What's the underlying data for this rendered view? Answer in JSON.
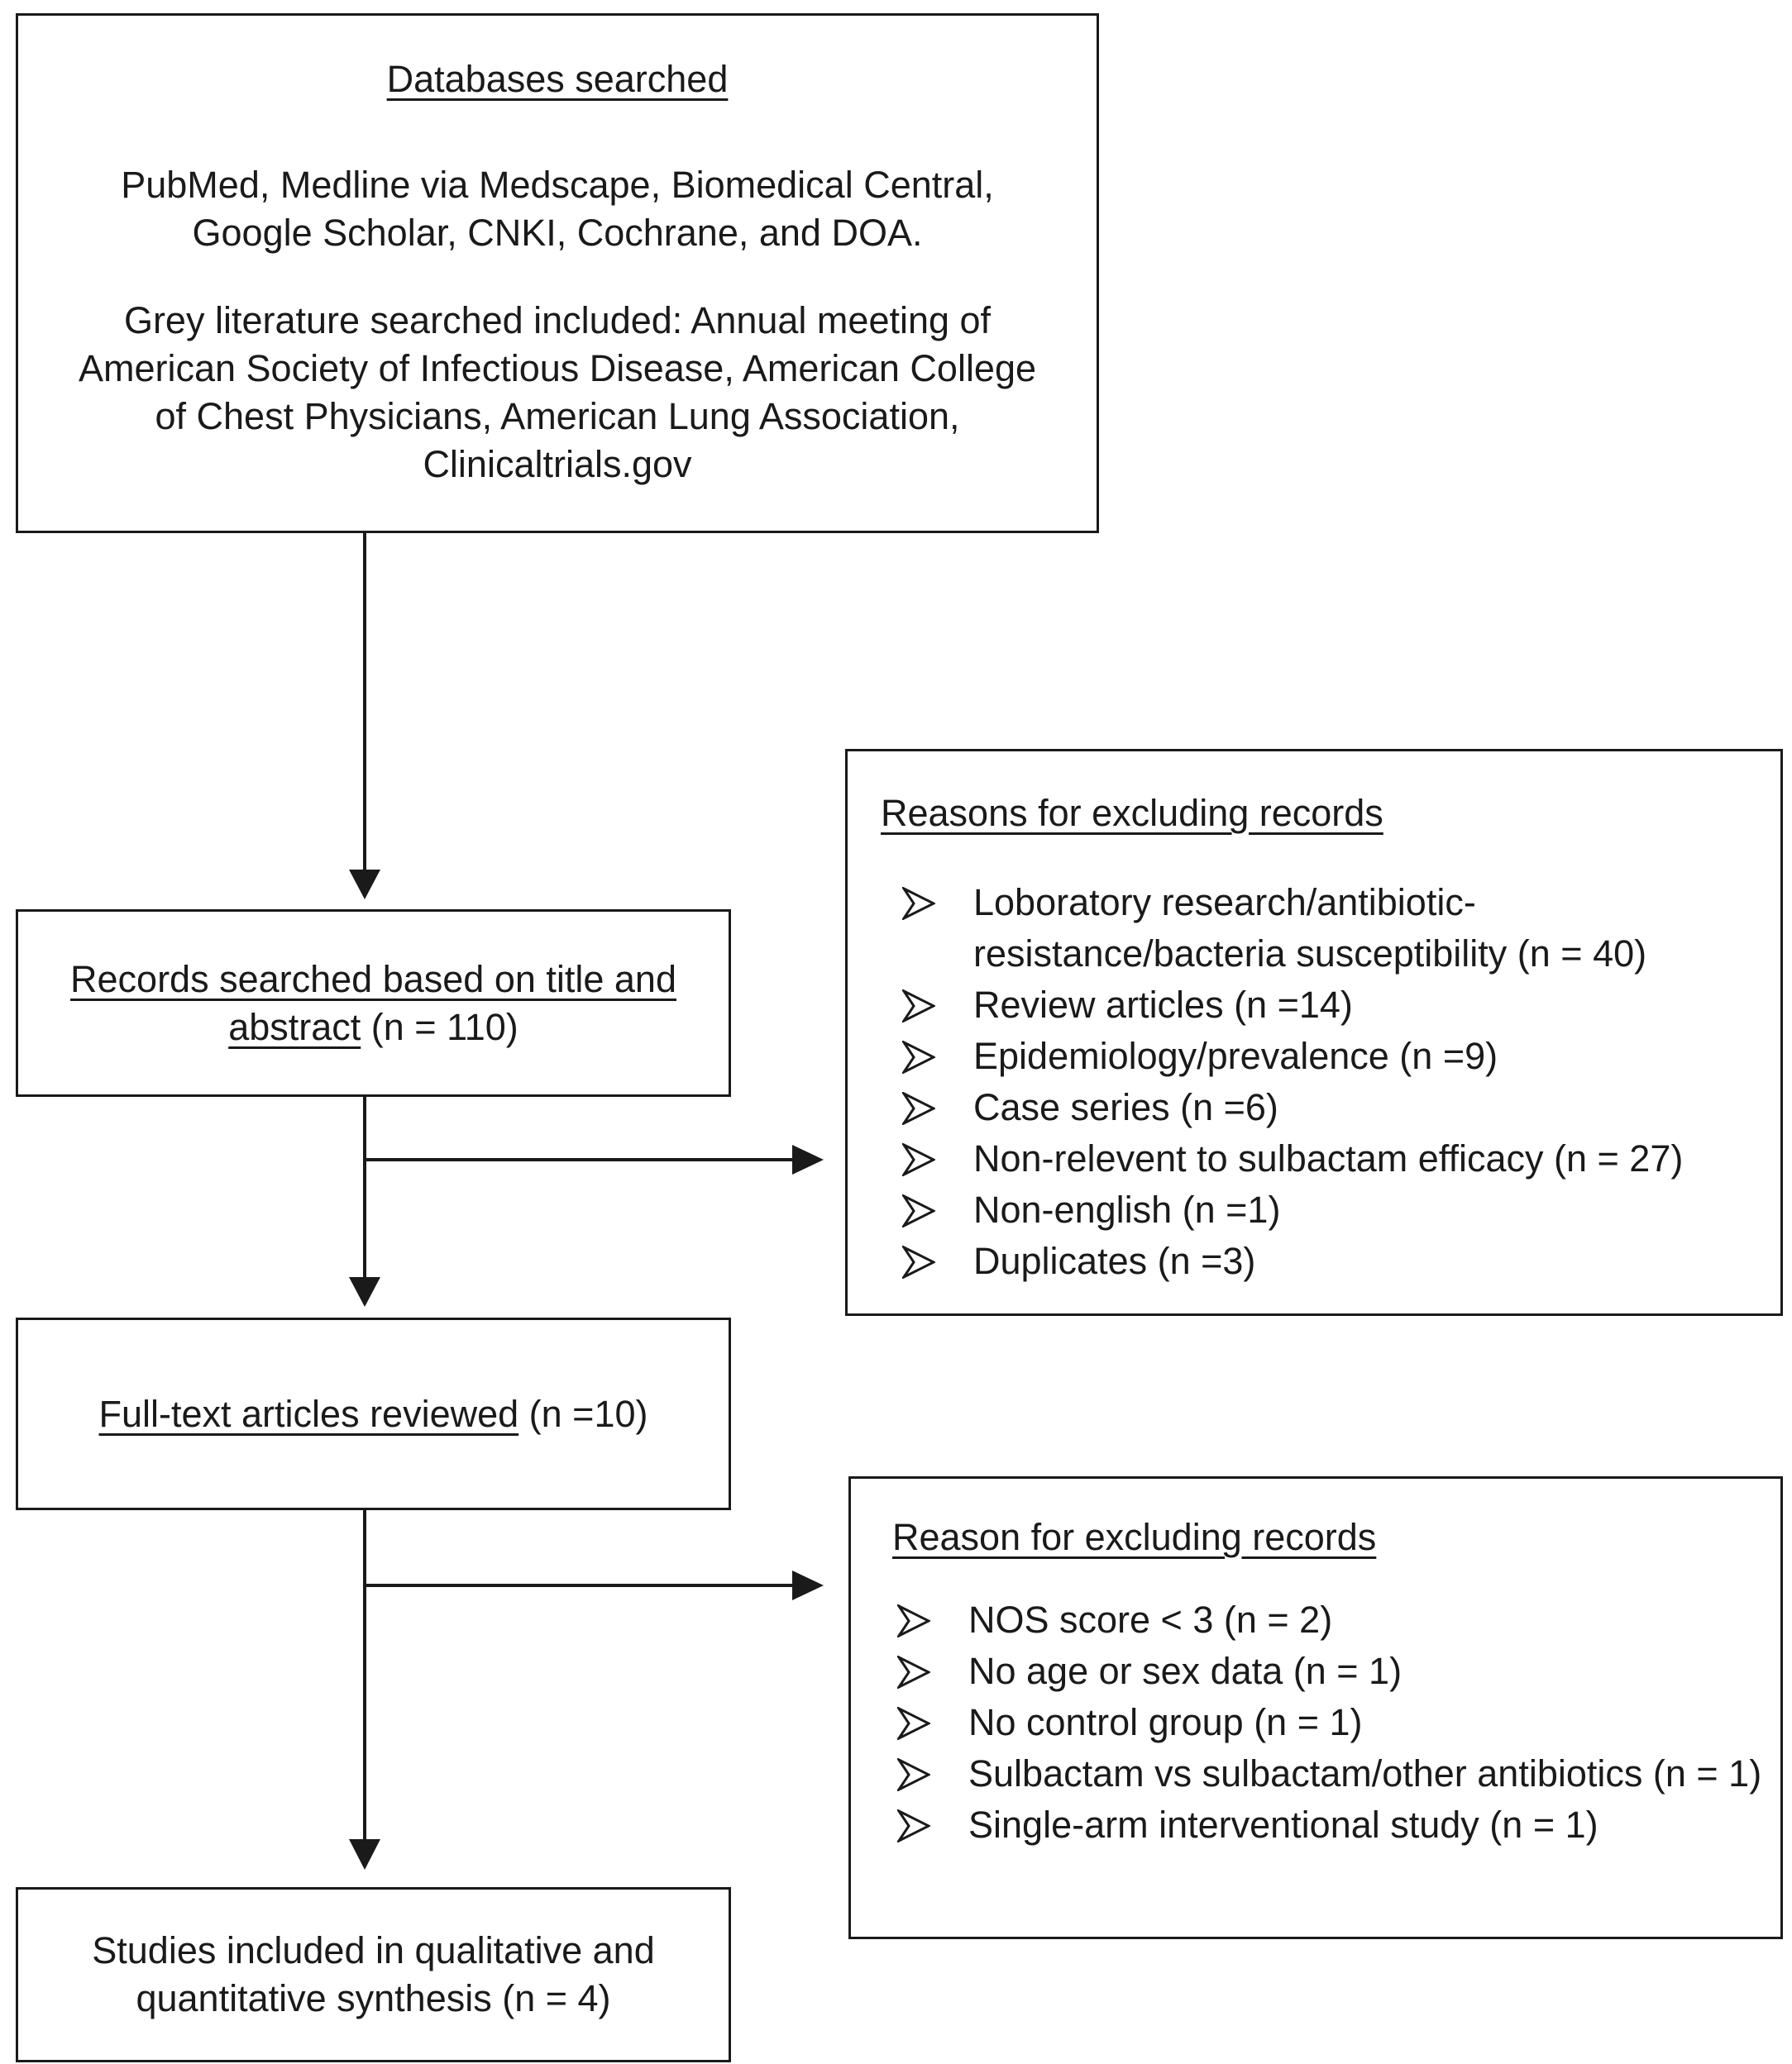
{
  "databases": {
    "title": "Databases searched",
    "para1": "PubMed, Medline via Medscape, Biomedical Central, Google Scholar, CNKI, Cochrane, and DOA.",
    "para2": "Grey literature searched included: Annual meeting of American Society of Infectious Disease, American College of Chest Physicians, American Lung Association, Clinicaltrials.gov"
  },
  "records": {
    "label": "Records searched based on title and abstract",
    "count": " (n = 110)"
  },
  "exclusion1": {
    "title": "Reasons for excluding records",
    "items": [
      "Loboratory research/antibiotic-resistance/bacteria susceptibility (n = 40)",
      "Review articles (n =14)",
      "Epidemiology/prevalence (n =9)",
      "Case series (n =6)",
      "Non-relevent to sulbactam efficacy (n = 27)",
      "Non-english (n =1)",
      "Duplicates (n =3)"
    ]
  },
  "fulltext": {
    "label": "Full-text articles reviewed",
    "count": " (n =10)"
  },
  "exclusion2": {
    "title": "Reason for excluding records",
    "items": [
      "NOS score < 3 (n = 2)",
      "No age or sex data (n = 1)",
      "No control group (n = 1)",
      "Sulbactam vs sulbactam/other antibiotics (n = 1)",
      "Single-arm interventional study (n = 1)"
    ]
  },
  "studies": {
    "label": "Studies included in qualitative and quantitative synthesis (n = 4)"
  }
}
